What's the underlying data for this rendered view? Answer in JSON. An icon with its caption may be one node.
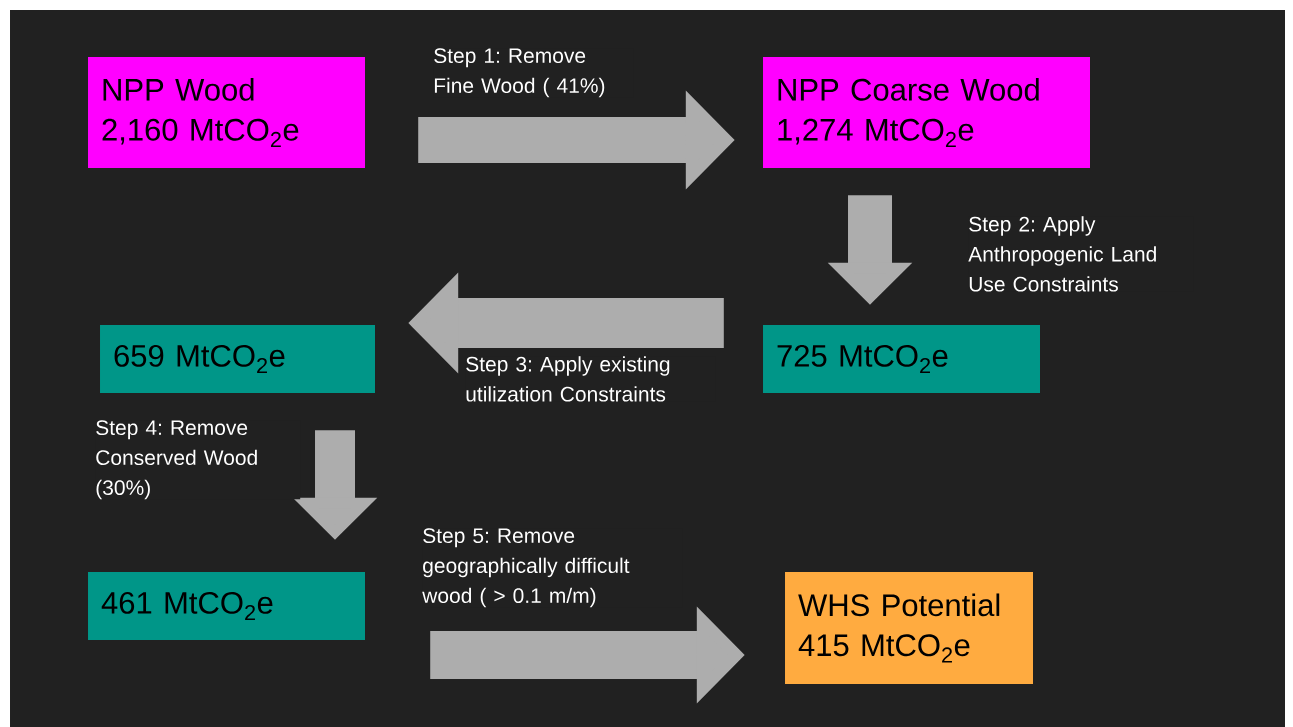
{
  "diagram": {
    "nodes": [
      {
        "text": [
          "NPP Wood",
          "2,160 MtCO$_{2}$e"
        ]
      },
      {
        "text": [
          "NPP Coarse Wood",
          "1,274 MtCO$_{2}$e"
        ]
      },
      {
        "text": [
          "725 MtCO$_{2}$e"
        ]
      },
      {
        "text": [
          "659 MtCO$_{2}$e"
        ]
      },
      {
        "text": [
          "461 MtCO$_{2}$e"
        ]
      },
      {
        "text": [
          "WHS Potential",
          "415 MtCO$_{2}$e"
        ]
      }
    ],
    "edges": [
      {
        "from": 0,
        "to": 1,
        "arrow": "to",
        "label": "Step 1: Remove Fine Wood ( 41%)"
      },
      {
        "from": 1,
        "to": 2,
        "arrow": "to",
        "label": "Step 2: Apply Anthropogenic Land Use Constraints"
      },
      {
        "from": 2,
        "to": 3,
        "arrow": "to",
        "label": "Step 3: Apply existing utilization Constraints"
      },
      {
        "from": 3,
        "to": 4,
        "arrow": "to",
        "label": "Step 4: Remove Conserved Wood (30%)"
      },
      {
        "from": 4,
        "to": 5,
        "arrow": "to",
        "label": "Step 5: Remove geographically difficult wood ( > 0.1 m/m)"
      }
    ]
  }
}
